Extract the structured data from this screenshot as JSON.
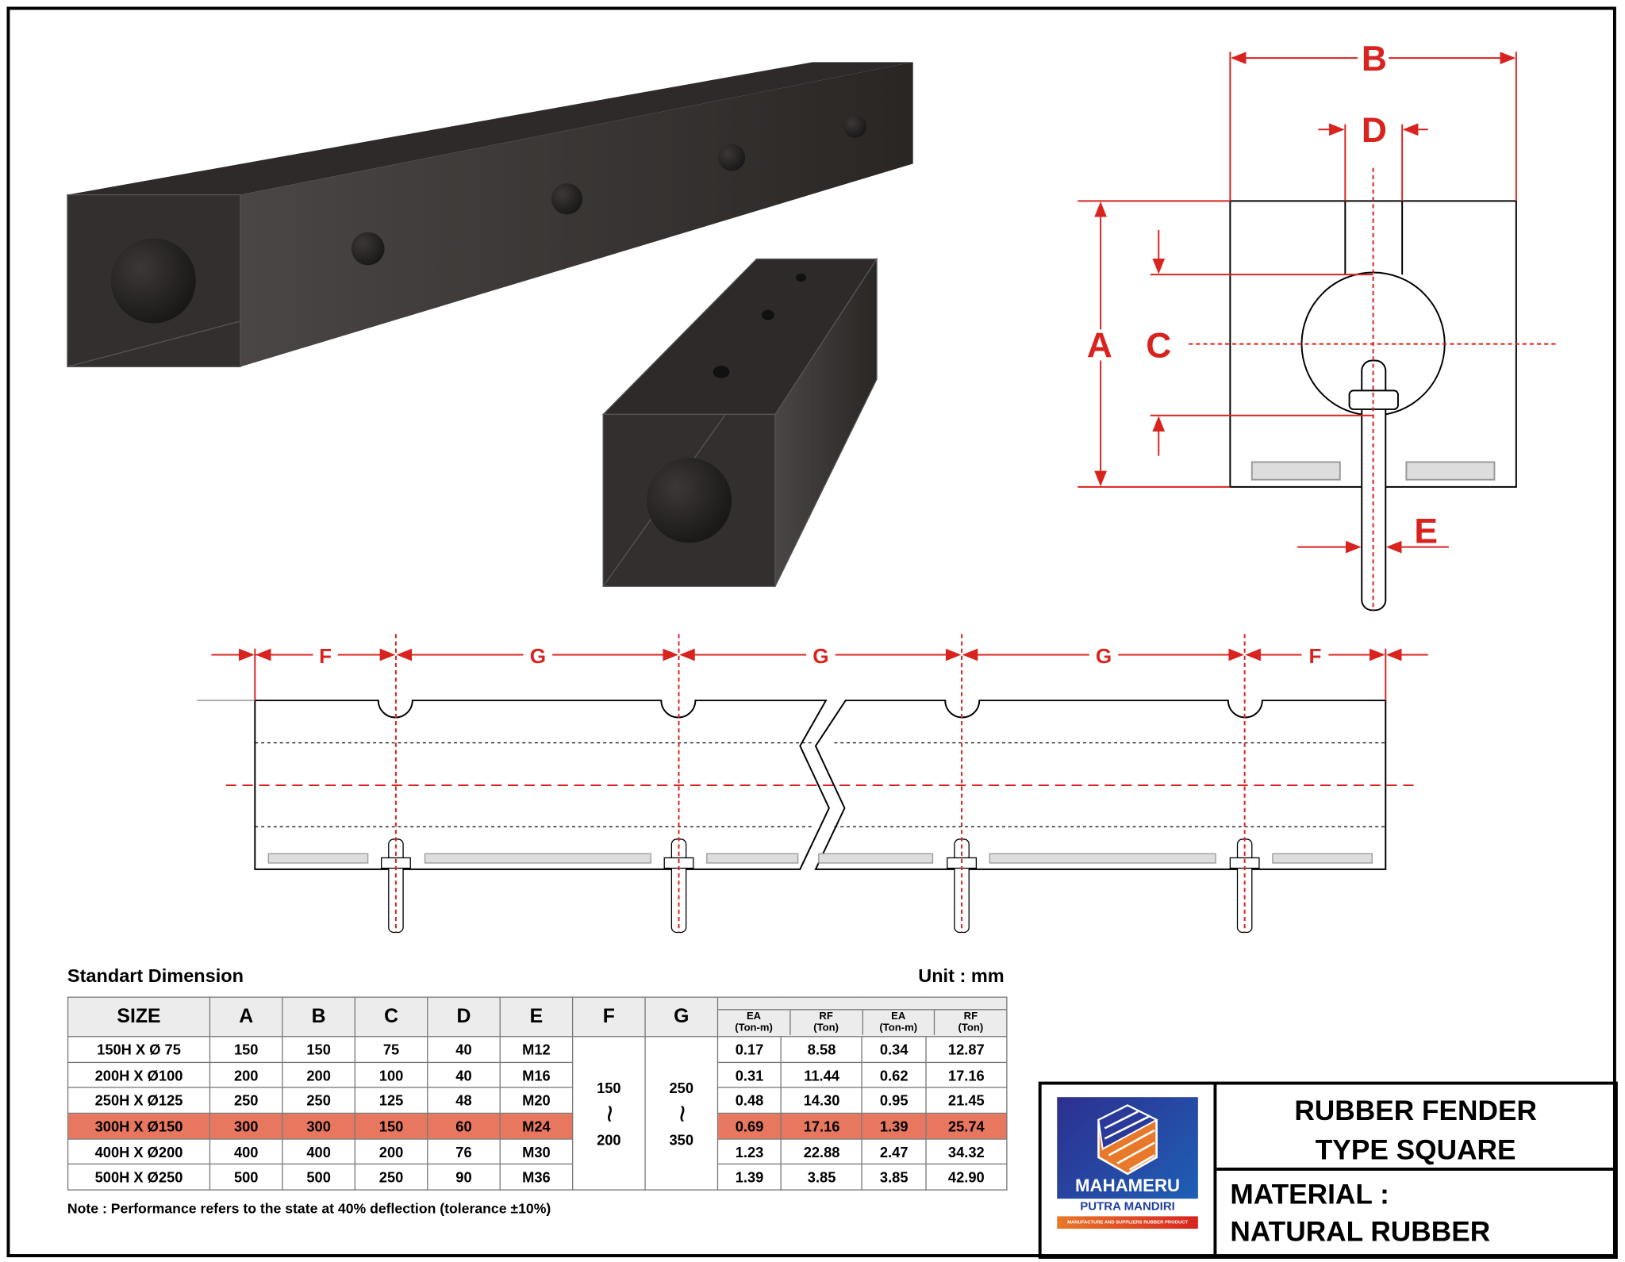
{
  "colors": {
    "dim": "#d8231f",
    "rubber": "#3a3634",
    "highlight": "#e8775f",
    "logo_blue": "#2a3a9a",
    "logo_orange": "#e8792a"
  },
  "dims": {
    "a": "A",
    "b": "B",
    "c": "C",
    "d": "D",
    "e": "E",
    "f": "F",
    "g": "G"
  },
  "table": {
    "title": "Standart Dimension",
    "unit": "Unit : mm",
    "headers": [
      "SIZE",
      "A",
      "B",
      "C",
      "D",
      "E",
      "F",
      "G"
    ],
    "perf_headers": [
      {
        "l1": "EA",
        "l2": "(Ton-m)"
      },
      {
        "l1": "RF",
        "l2": "(Ton)"
      },
      {
        "l1": "EA",
        "l2": "(Ton-m)"
      },
      {
        "l1": "RF",
        "l2": "(Ton)"
      }
    ],
    "f_range": {
      "min": "150",
      "max": "200",
      "sep": "~"
    },
    "g_range": {
      "min": "250",
      "max": "350",
      "sep": "~"
    },
    "rows": [
      {
        "size": "150H X Ø 75",
        "a": "150",
        "b": "150",
        "c": "75",
        "d": "40",
        "e": "M12",
        "p": [
          "0.17",
          "8.58",
          "0.34",
          "12.87"
        ]
      },
      {
        "size": "200H X Ø100",
        "a": "200",
        "b": "200",
        "c": "100",
        "d": "40",
        "e": "M16",
        "p": [
          "0.31",
          "11.44",
          "0.62",
          "17.16"
        ]
      },
      {
        "size": "250H X Ø125",
        "a": "250",
        "b": "250",
        "c": "125",
        "d": "48",
        "e": "M20",
        "p": [
          "0.48",
          "14.30",
          "0.95",
          "21.45"
        ]
      },
      {
        "size": "300H X Ø150",
        "a": "300",
        "b": "300",
        "c": "150",
        "d": "60",
        "e": "M24",
        "p": [
          "0.69",
          "17.16",
          "1.39",
          "25.74"
        ],
        "highlight": true
      },
      {
        "size": "400H X Ø200",
        "a": "400",
        "b": "400",
        "c": "200",
        "d": "76",
        "e": "M30",
        "p": [
          "1.23",
          "22.88",
          "2.47",
          "34.32"
        ]
      },
      {
        "size": "500H X Ø250",
        "a": "500",
        "b": "500",
        "c": "250",
        "d": "90",
        "e": "M36",
        "p": [
          "1.39",
          "3.85",
          "3.85",
          "42.90"
        ]
      }
    ],
    "note": "Note : Performance refers to the state at 40% deflection (tolerance ±10%)"
  },
  "title_block": {
    "logo_name": "MAHAMERU",
    "logo_sub": "PUTRA MANDIRI",
    "logo_tagline": "MANUFACTURE AND SUPPLIERS RUBBER PRODUCT",
    "title1": "RUBBER FENDER",
    "title2": "TYPE SQUARE",
    "material1": "MATERIAL :",
    "material2": "NATURAL RUBBER"
  }
}
